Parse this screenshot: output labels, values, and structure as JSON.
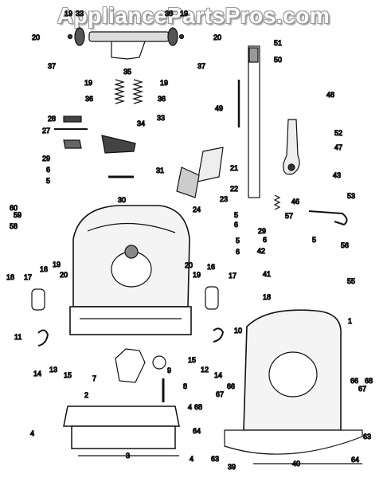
{
  "watermark": "AppliancePartsPros.com",
  "callouts": [
    {
      "id": "c1",
      "text": "19"
    },
    {
      "id": "c2",
      "text": "33"
    },
    {
      "id": "c3",
      "text": "38"
    },
    {
      "id": "c4",
      "text": "19"
    },
    {
      "id": "c5",
      "text": "20"
    },
    {
      "id": "c6",
      "text": "20"
    },
    {
      "id": "c7",
      "text": "37"
    },
    {
      "id": "c8",
      "text": "37"
    },
    {
      "id": "c9",
      "text": "19"
    },
    {
      "id": "c10",
      "text": "19"
    },
    {
      "id": "c11",
      "text": "35"
    },
    {
      "id": "c12",
      "text": "36"
    },
    {
      "id": "c13",
      "text": "36"
    },
    {
      "id": "c14",
      "text": "51"
    },
    {
      "id": "c15",
      "text": "50"
    },
    {
      "id": "c16",
      "text": "48"
    },
    {
      "id": "c17",
      "text": "49"
    },
    {
      "id": "c18",
      "text": "28"
    },
    {
      "id": "c19",
      "text": "27"
    },
    {
      "id": "c20",
      "text": "34"
    },
    {
      "id": "c21",
      "text": "33"
    },
    {
      "id": "c22",
      "text": "52"
    },
    {
      "id": "c23",
      "text": "47"
    },
    {
      "id": "c24",
      "text": "29"
    },
    {
      "id": "c25",
      "text": "6"
    },
    {
      "id": "c26",
      "text": "5"
    },
    {
      "id": "c27",
      "text": "31"
    },
    {
      "id": "c28",
      "text": "21"
    },
    {
      "id": "c29",
      "text": "30"
    },
    {
      "id": "c30",
      "text": "22"
    },
    {
      "id": "c31",
      "text": "23"
    },
    {
      "id": "c32",
      "text": "43"
    },
    {
      "id": "c33",
      "text": "53"
    },
    {
      "id": "c34",
      "text": "46"
    },
    {
      "id": "c35",
      "text": "60"
    },
    {
      "id": "c36",
      "text": "59"
    },
    {
      "id": "c37",
      "text": "24"
    },
    {
      "id": "c38",
      "text": "5"
    },
    {
      "id": "c39",
      "text": "6"
    },
    {
      "id": "c40",
      "text": "57"
    },
    {
      "id": "c41",
      "text": "58"
    },
    {
      "id": "c42",
      "text": "5"
    },
    {
      "id": "c43",
      "text": "6"
    },
    {
      "id": "c44",
      "text": "29"
    },
    {
      "id": "c45",
      "text": "6"
    },
    {
      "id": "c46",
      "text": "42"
    },
    {
      "id": "c47",
      "text": "5"
    },
    {
      "id": "c48",
      "text": "56"
    },
    {
      "id": "c49",
      "text": "41"
    },
    {
      "id": "c50",
      "text": "55"
    },
    {
      "id": "c51",
      "text": "19"
    },
    {
      "id": "c52",
      "text": "20"
    },
    {
      "id": "c53",
      "text": "16"
    },
    {
      "id": "c54",
      "text": "18"
    },
    {
      "id": "c55",
      "text": "17"
    },
    {
      "id": "c56",
      "text": "20"
    },
    {
      "id": "c57",
      "text": "16"
    },
    {
      "id": "c58",
      "text": "19"
    },
    {
      "id": "c59",
      "text": "17"
    },
    {
      "id": "c60",
      "text": "18"
    },
    {
      "id": "c61",
      "text": "1"
    },
    {
      "id": "c62",
      "text": "11"
    },
    {
      "id": "c63",
      "text": "10"
    },
    {
      "id": "c64",
      "text": "13"
    },
    {
      "id": "c65",
      "text": "14"
    },
    {
      "id": "c66",
      "text": "15"
    },
    {
      "id": "c67",
      "text": "15"
    },
    {
      "id": "c68",
      "text": "12"
    },
    {
      "id": "c69",
      "text": "14"
    },
    {
      "id": "c70",
      "text": "7"
    },
    {
      "id": "c71",
      "text": "9"
    },
    {
      "id": "c72",
      "text": "8"
    },
    {
      "id": "c73",
      "text": "66"
    },
    {
      "id": "c74",
      "text": "67"
    },
    {
      "id": "c75",
      "text": "68"
    },
    {
      "id": "c76",
      "text": "66"
    },
    {
      "id": "c77",
      "text": "67"
    },
    {
      "id": "c78",
      "text": "2"
    },
    {
      "id": "c79",
      "text": "4"
    },
    {
      "id": "c80",
      "text": "4"
    },
    {
      "id": "c81",
      "text": "68"
    },
    {
      "id": "c82",
      "text": "64"
    },
    {
      "id": "c83",
      "text": "63"
    },
    {
      "id": "c84",
      "text": "4"
    },
    {
      "id": "c85",
      "text": "3"
    },
    {
      "id": "c86",
      "text": "39"
    },
    {
      "id": "c87",
      "text": "40"
    },
    {
      "id": "c88",
      "text": "63"
    },
    {
      "id": "c89",
      "text": "64"
    }
  ]
}
